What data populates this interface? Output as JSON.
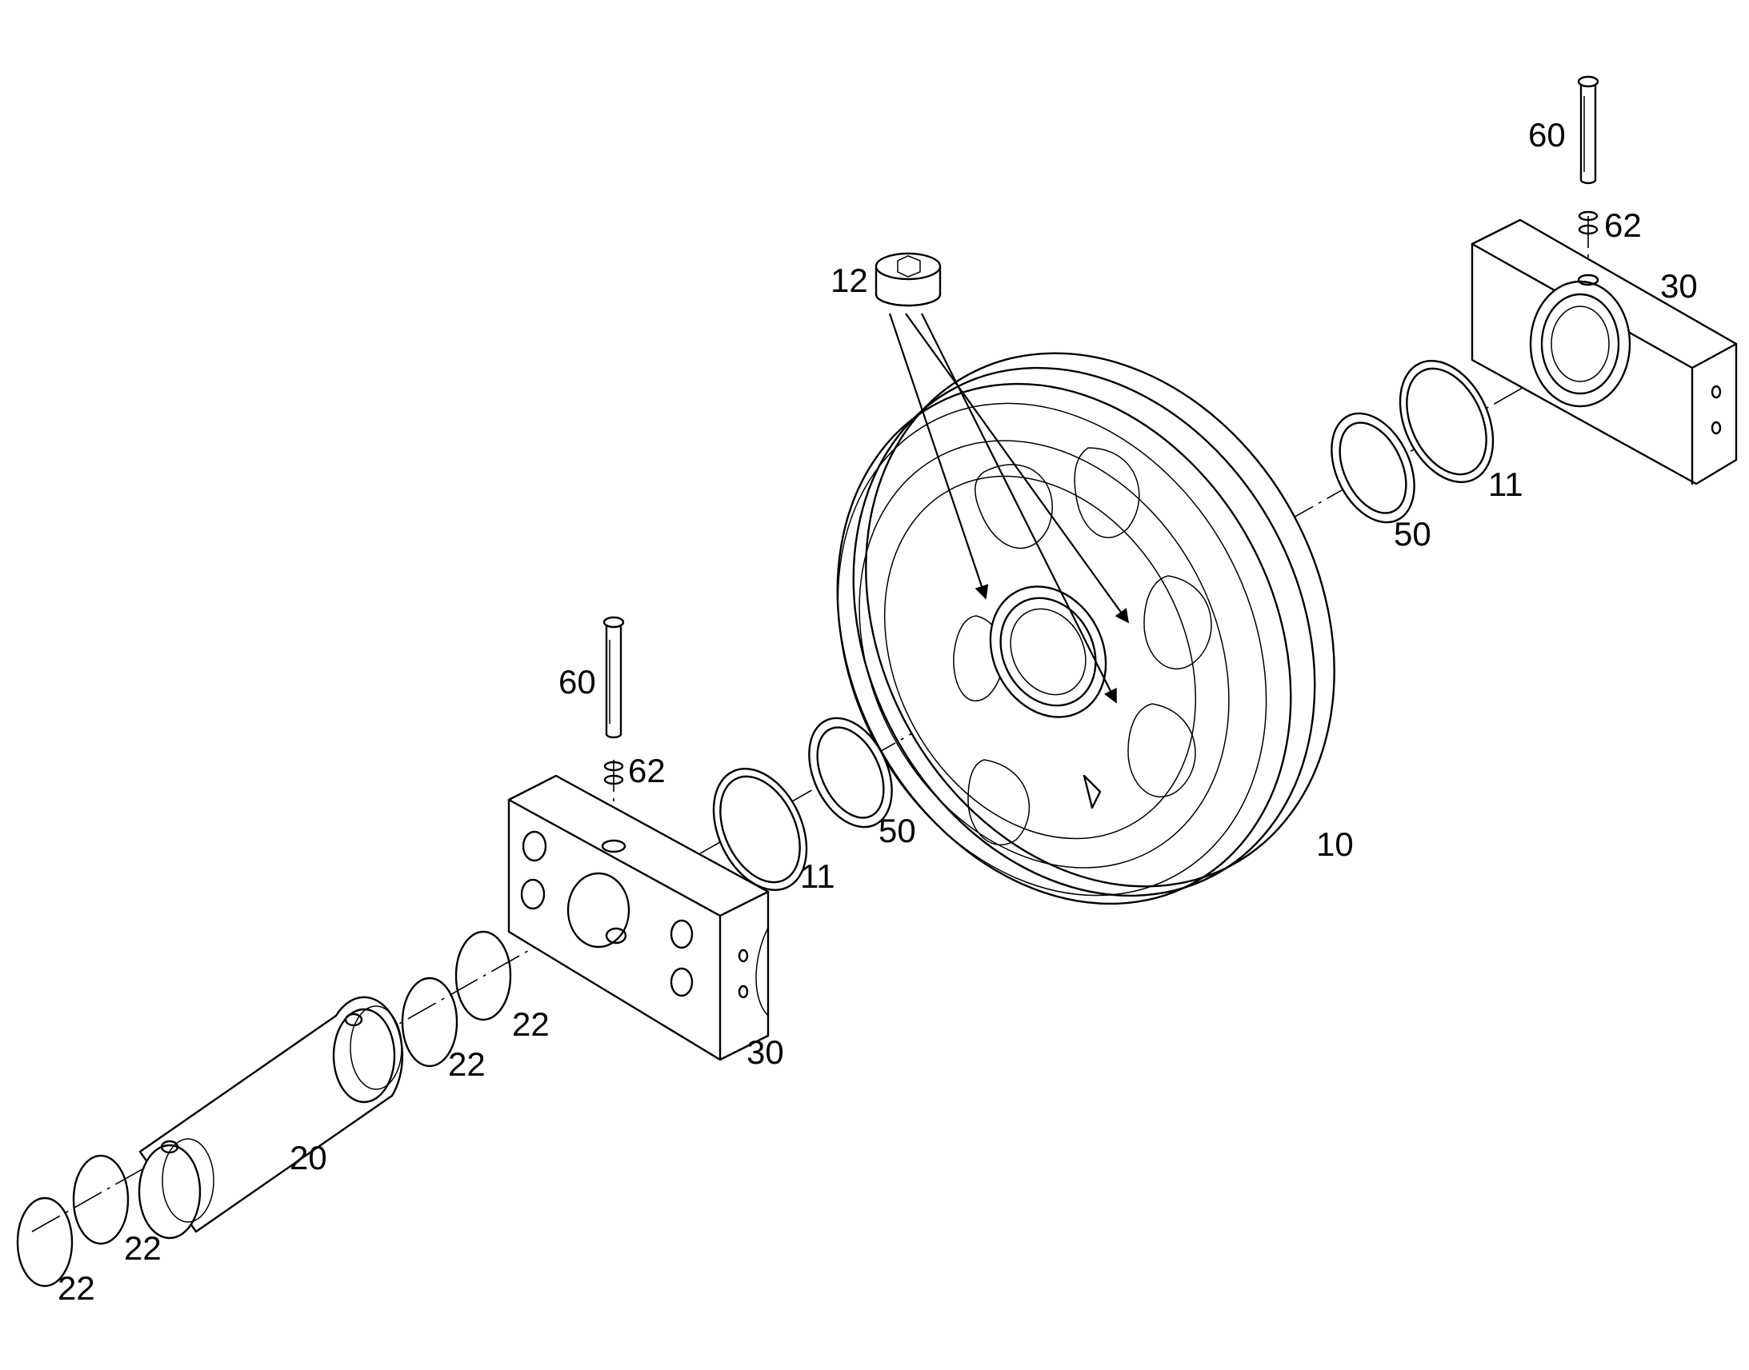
{
  "callouts": {
    "c10": "10",
    "c11_left": "11",
    "c11_right": "11",
    "c12": "12",
    "c20": "20",
    "c22_a": "22",
    "c22_b": "22",
    "c22_c": "22",
    "c22_d": "22",
    "c30_left": "30",
    "c30_right": "30",
    "c50_left": "50",
    "c50_right": "50",
    "c60_left": "60",
    "c60_right": "60",
    "c62_left": "62",
    "c62_right": "62"
  }
}
